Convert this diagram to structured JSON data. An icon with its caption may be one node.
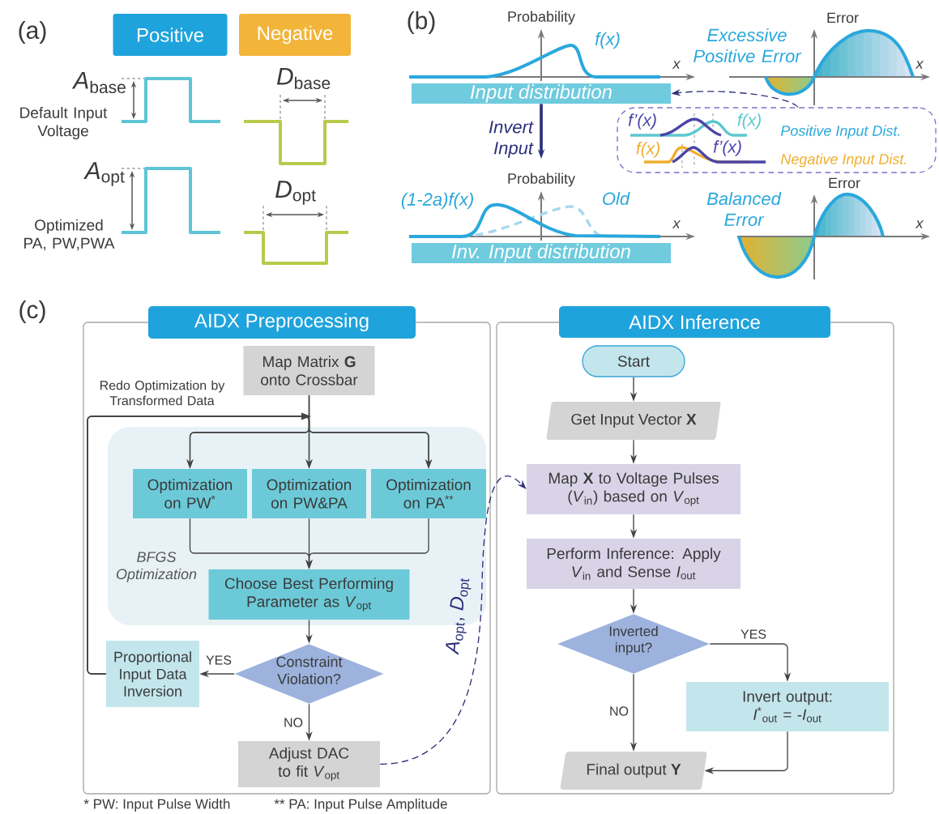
{
  "diagram": {
    "nodes": [
      {
        "text": [
          "Positive"
        ]
      },
      {
        "text": [
          "Negative"
        ]
      },
      {
        "text": [
          "Input distribution"
        ]
      },
      {
        "text": [
          "Inv. Input distribution"
        ]
      },
      {
        "text": [
          "f’(x)",
          "f(x)",
          "Positive Input Dist.",
          "f(x)",
          "f’(x)",
          "Negative Input Dist."
        ]
      },
      {
        "text": [
          "AIDX Preprocessing"
        ]
      },
      {
        "text": [
          "Map Matrix **G** onto Crossbar"
        ],
        "in": 5
      },
      {
        "text": [
          "BFGS Optimization"
        ],
        "in": 5
      },
      {
        "text": [
          "Optimization on PW$^{*}$"
        ],
        "in": 7
      },
      {
        "text": [
          "Optimization on PW&PA"
        ],
        "in": 7
      },
      {
        "text": [
          "Optimization on PA$^{**}$"
        ],
        "in": 7
      },
      {
        "text": [
          "Choose Best Performing Parameter as *V*$_{opt}$"
        ],
        "in": 7
      },
      {
        "text": [
          "Constraint Violation?"
        ],
        "in": 5
      },
      {
        "text": [
          "Proportional Input Data Inversion"
        ],
        "in": 5
      },
      {
        "text": [
          "Adjust DAC to fit *V*$_{opt}$"
        ],
        "in": 5
      },
      {
        "text": [
          "AIDX Inference"
        ]
      },
      {
        "text": [
          "Start"
        ],
        "in": 15
      },
      {
        "text": [
          "Get Input Vector **X**"
        ],
        "in": 15
      },
      {
        "text": [
          "Map **X** to Voltage Pulses (*V*$_{in}$) based on *V*$_{opt}$"
        ],
        "in": 15
      },
      {
        "text": [
          "Perform Inference: Apply *V*$_{in}$ and Sense *I*$_{out}$"
        ],
        "in": 15
      },
      {
        "text": [
          "Inverted input?"
        ],
        "in": 15
      },
      {
        "text": [
          "Invert output: *I*$^{*}$$_{out}$ = -*I*$_{out}$"
        ],
        "in": 15
      },
      {
        "text": [
          "Final output **Y**"
        ],
        "in": 15
      }
    ],
    "edges": [
      {
        "from": 2,
        "to": null,
        "arrow": "to",
        "label": "Invert Input",
        "style": "thick",
        "color": "#2c2f7a"
      },
      {
        "from": 4,
        "to": 2,
        "arrow": "to",
        "style": "dashed",
        "color": "#2c2f7a"
      },
      {
        "from": 6,
        "to": 8,
        "arrow": "to"
      },
      {
        "from": 6,
        "to": 9,
        "arrow": "to"
      },
      {
        "from": 6,
        "to": 10,
        "arrow": "to"
      },
      {
        "from": 8,
        "to": 11,
        "arrow": "to"
      },
      {
        "from": 9,
        "to": 11,
        "arrow": "to"
      },
      {
        "from": 10,
        "to": 11,
        "arrow": "to"
      },
      {
        "from": 11,
        "to": 12,
        "arrow": "to"
      },
      {
        "from": 12,
        "to": 13,
        "arrow": "to",
        "label": "YES"
      },
      {
        "from": 12,
        "to": 14,
        "arrow": "to",
        "label": "NO"
      },
      {
        "from": 13,
        "to": 8,
        "arrow": "to"
      },
      {
        "from": 13,
        "to": 9,
        "arrow": "to",
        "label": "Redo Optimization by Transformed Data"
      },
      {
        "from": 13,
        "to": 10,
        "arrow": "to"
      },
      {
        "from": 14,
        "to": 18,
        "arrow": "to",
        "label": "*A*$_{opt}$, *D*$_{opt}$",
        "style": "dashed",
        "color": "#2c2f7a"
      },
      {
        "from": 16,
        "to": 17,
        "arrow": "to"
      },
      {
        "from": 17,
        "to": 18,
        "arrow": "to"
      },
      {
        "from": 18,
        "to": 19,
        "arrow": "to"
      },
      {
        "from": 19,
        "to": 20,
        "arrow": "to"
      },
      {
        "from": 20,
        "to": 21,
        "arrow": "to",
        "label": "YES"
      },
      {
        "from": 20,
        "to": 22,
        "arrow": "to",
        "label": "NO"
      },
      {
        "from": 21,
        "to": 22,
        "arrow": "to"
      }
    ],
    "labels": [
      "(a)",
      "*A*$_{base}$",
      "Default Input Voltage",
      "*D*$_{base}$",
      "*A*$_{opt}$",
      "Optimized PA, PW,PWA",
      "*D*$_{opt}$",
      "(b)",
      "Probability",
      "f(x)",
      "x",
      "Excessive Positive Error",
      "Error",
      "x",
      "Probability",
      "(1-2a)f(x)",
      "Old",
      "x",
      "Balanced Error",
      "Error",
      "x",
      "(c)",
      "* PW: Input Pulse Width",
      "** PA: Input Pulse Amplitude"
    ]
  }
}
